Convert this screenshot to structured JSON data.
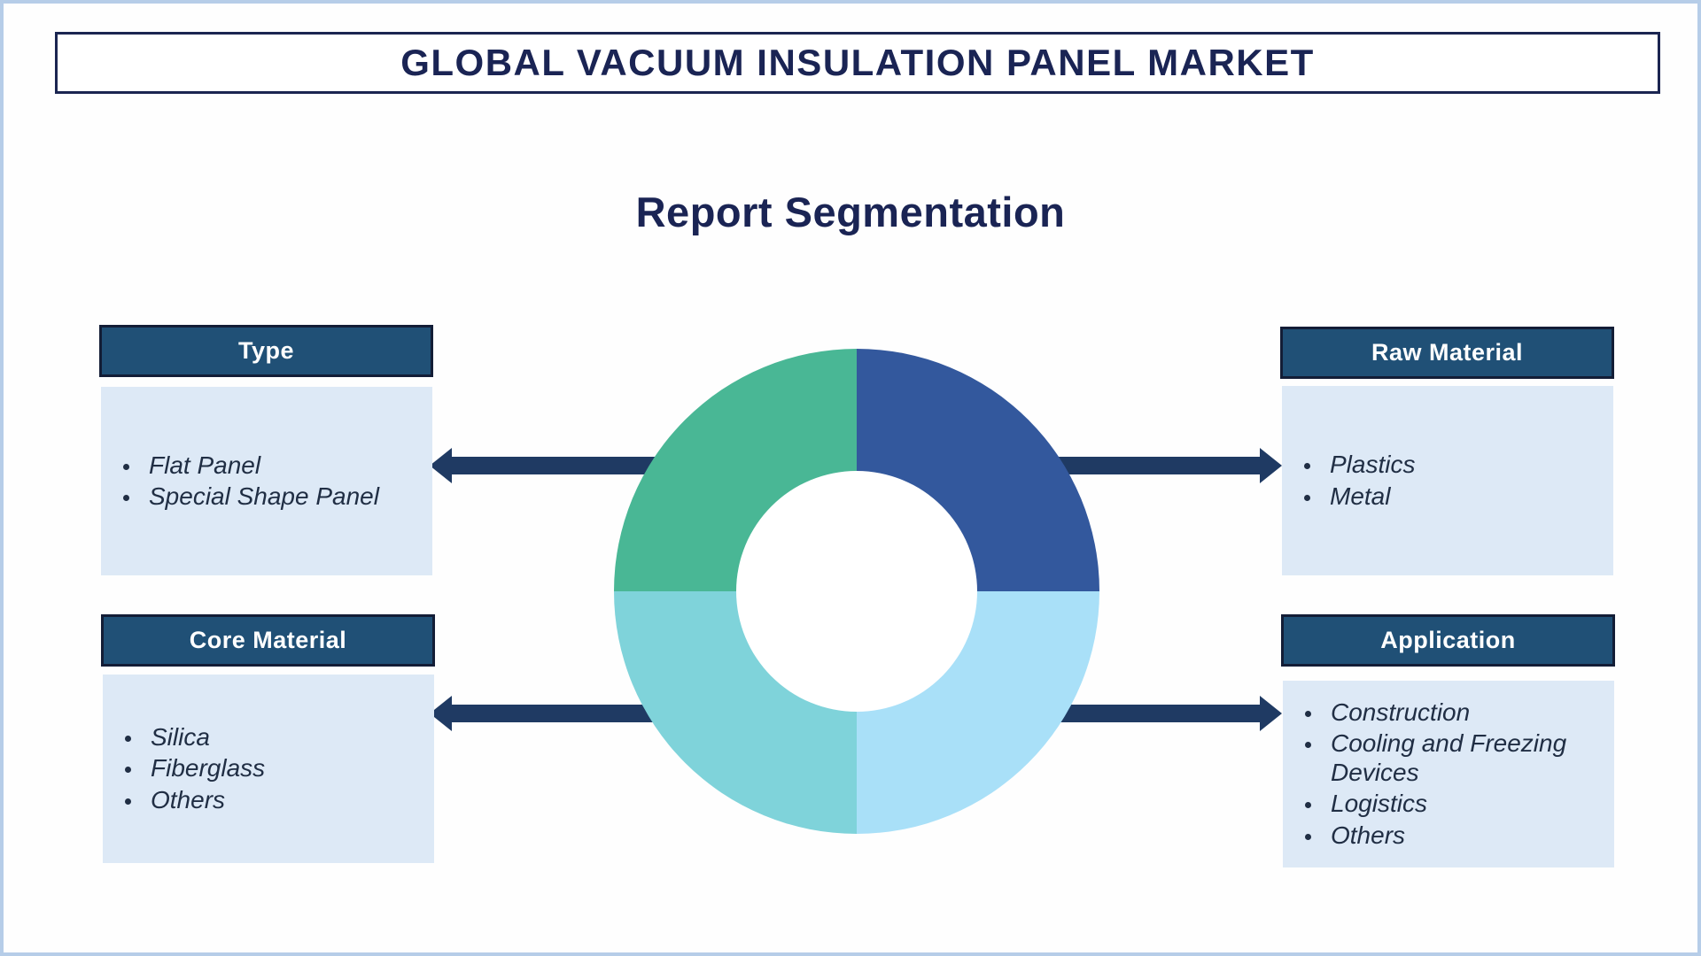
{
  "page": {
    "title": "GLOBAL VACUUM INSULATION PANEL MARKET",
    "subtitle": "Report Segmentation"
  },
  "segments": {
    "type": {
      "label": "Type",
      "items": [
        "Flat Panel",
        "Special Shape Panel"
      ]
    },
    "raw_material": {
      "label": "Raw Material",
      "items": [
        "Plastics",
        "Metal"
      ]
    },
    "core_material": {
      "label": "Core Material",
      "items": [
        "Silica",
        "Fiberglass",
        "Others"
      ]
    },
    "application": {
      "label": "Application",
      "items": [
        "Construction",
        "Cooling and Freezing Devices",
        "Logistics",
        "Others"
      ]
    }
  },
  "chart": {
    "type": "donut",
    "quadrants": [
      {
        "position": "top-right",
        "color": "#33589d"
      },
      {
        "position": "bottom-right",
        "color": "#a9e0f8"
      },
      {
        "position": "bottom-left",
        "color": "#7fd3da"
      },
      {
        "position": "top-left",
        "color": "#49b795"
      }
    ],
    "hole_color": "#ffffff"
  },
  "colors": {
    "accent_navy": "#1a2454",
    "arrow_navy": "#1f3a63",
    "header_bg": "#205076",
    "header_border": "#131d36",
    "panel_bg": "#dde9f6",
    "frame_border": "#b6cde8",
    "list_text": "#202e44"
  }
}
